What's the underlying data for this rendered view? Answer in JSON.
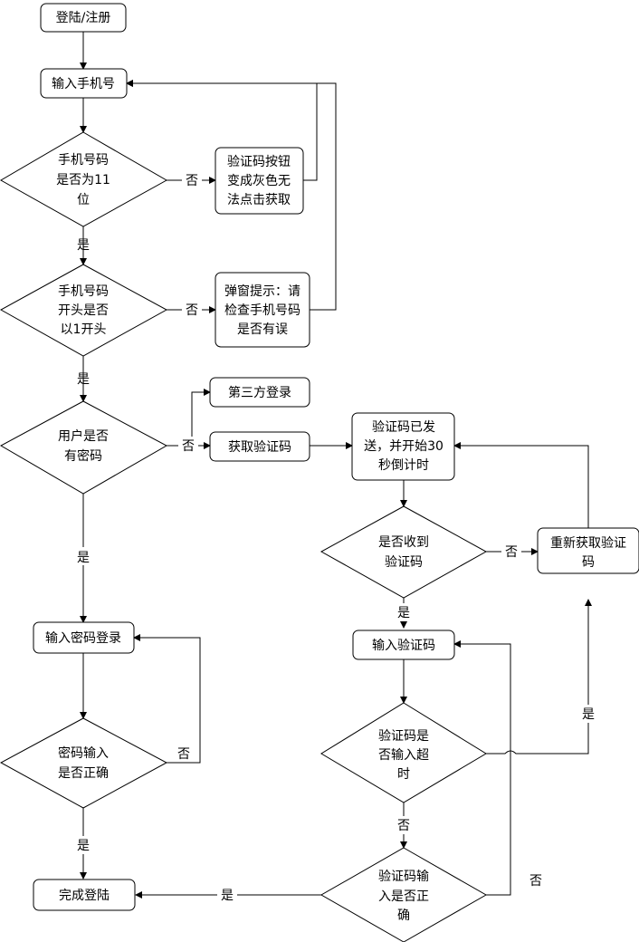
{
  "nodes": {
    "start": "登陆/注册",
    "input_phone": "输入手机号",
    "q_is11": [
      "手机号码",
      "是否为11",
      "位"
    ],
    "btn_gray": [
      "验证码按钮",
      "变成灰色无",
      "法点击获取"
    ],
    "q_starts1": [
      "手机号码",
      "开头是否",
      "以1开头"
    ],
    "popup": [
      "弹窗提示：请",
      "检查手机号码",
      "是否有误"
    ],
    "q_haspwd": [
      "用户是否",
      "有密码"
    ],
    "third_party": "第三方登录",
    "get_code": "获取验证码",
    "code_sent": [
      "验证码已发",
      "送，并开始30",
      "秒倒计时"
    ],
    "q_received": [
      "是否收到",
      "验证码"
    ],
    "resend": [
      "重新获取验证",
      "码"
    ],
    "input_code": "输入验证码",
    "q_timeout": [
      "验证码是",
      "否输入超",
      "时"
    ],
    "q_code_ok": [
      "验证码输",
      "入是否正",
      "确"
    ],
    "input_pwd": "输入密码登录",
    "q_pwd_ok": [
      "密码输入",
      "是否正确"
    ],
    "done": "完成登陆"
  },
  "edge_labels": {
    "yes": "是",
    "no": "否"
  }
}
